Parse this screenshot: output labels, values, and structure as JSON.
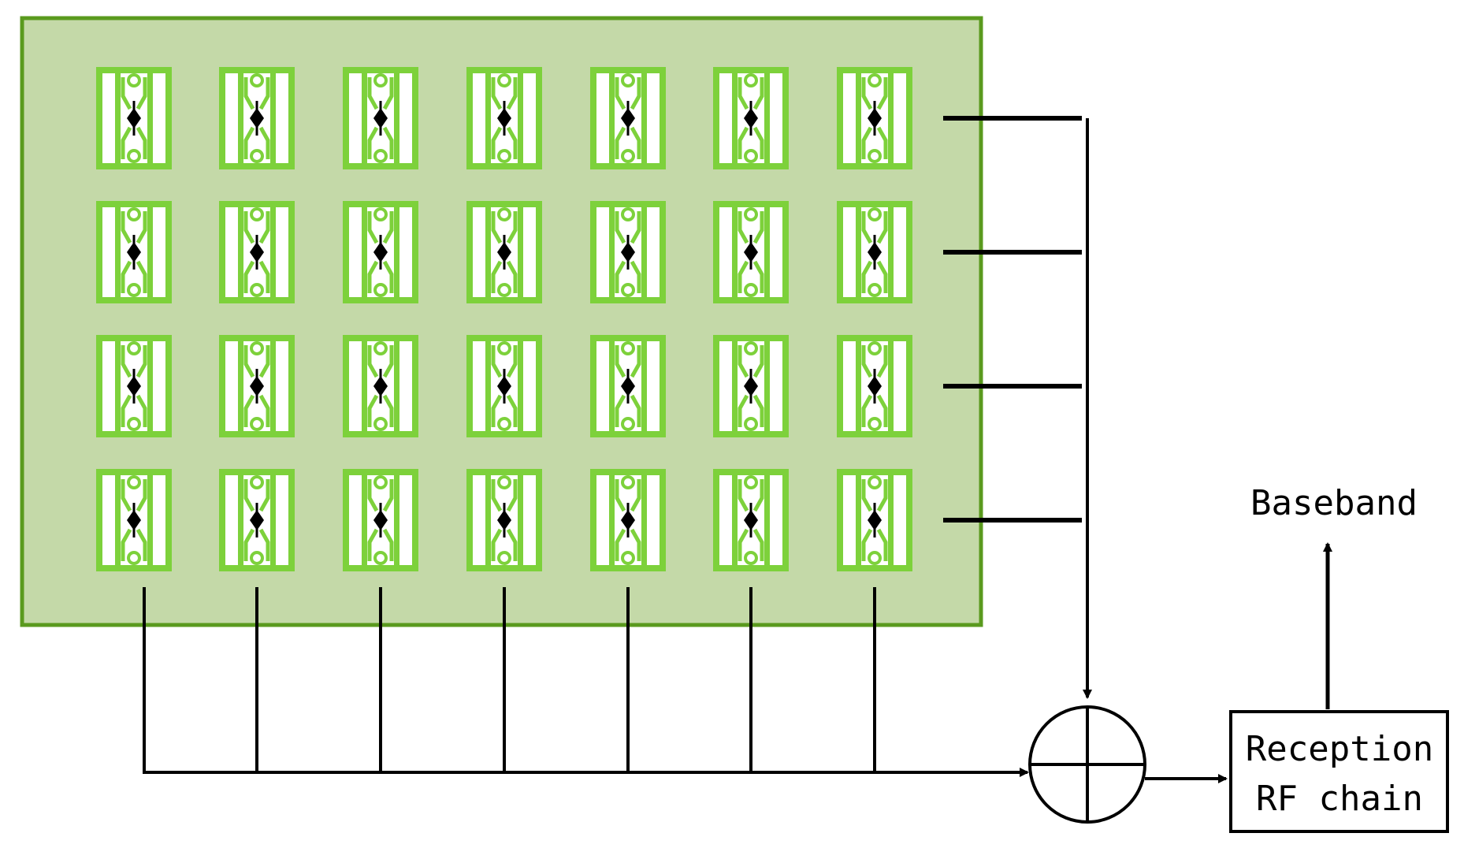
{
  "array": {
    "rows": 4,
    "cols": 7,
    "board_fill": "#c4d9a8",
    "board_stroke": "#5a9a1e",
    "element_green": "#7dd13b"
  },
  "labels": {
    "baseband": "Baseband",
    "rf_chain_line1": "Reception",
    "rf_chain_line2": "RF chain"
  },
  "icons": {
    "combiner": "summing-junction-icon",
    "element": "antenna-element-icon"
  }
}
